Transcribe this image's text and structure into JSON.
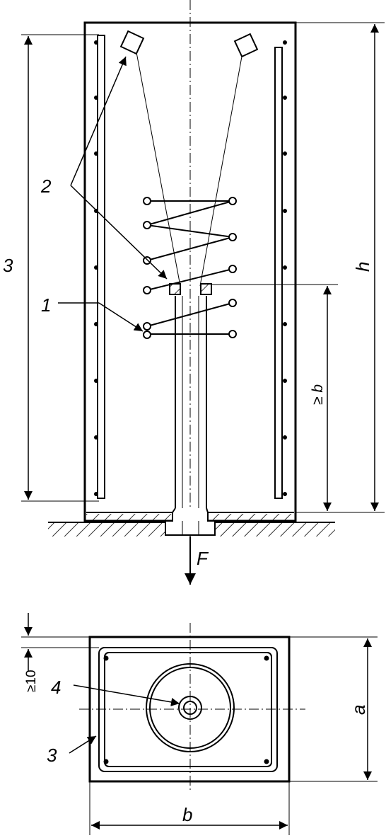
{
  "front_view": {
    "part_label_1": "1",
    "part_label_2": "2",
    "part_label_3": "3",
    "dim_height": "h",
    "dim_min_b": "≥ b",
    "force": "F"
  },
  "plan_view": {
    "dim_min_10": "≥10",
    "part_label_4": "4",
    "part_label_3": "3",
    "dim_a": "a",
    "dim_b": "b"
  }
}
